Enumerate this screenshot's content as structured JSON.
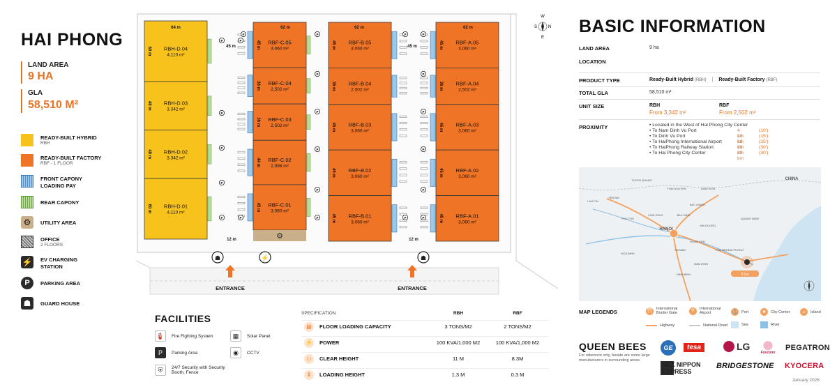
{
  "city": "HAI PHONG",
  "land_area": {
    "label": "LAND AREA",
    "value": "9 HA"
  },
  "gla": {
    "label": "GLA",
    "value": "58,510 M²"
  },
  "legend": [
    {
      "title": "READY-BUILT HYBRID",
      "sub": "RBH",
      "icon": "hybrid-swatch",
      "color": "#f7c21c"
    },
    {
      "title": "READY-BUILT FACTORY",
      "sub": "RBF - 1 FLOOR",
      "icon": "factory-swatch",
      "color": "#f07426"
    },
    {
      "title": "FRONT CAPONY",
      "sub": "LOADING PAY",
      "icon": "front-capony-swatch",
      "color": "#9cc8ea"
    },
    {
      "title": "REAR CAPONY",
      "sub": "",
      "icon": "rear-capony-swatch",
      "color": "#b9dc9c"
    },
    {
      "title": "UTILITY AREA",
      "sub": "",
      "icon": "gear-icon"
    },
    {
      "title": "OFFICE",
      "sub": "2 FLOORS",
      "icon": "office-hatch-icon"
    },
    {
      "title": "EV CHARGING",
      "sub": "STATION",
      "icon": "ev-charging-icon"
    },
    {
      "title": "PARKING AREA",
      "sub": "",
      "icon": "parking-icon"
    },
    {
      "title": "GUARD HOUSE",
      "sub": "",
      "icon": "guard-house-icon"
    }
  ],
  "plan": {
    "units_d": [
      {
        "name": "RBH-D.04",
        "area": "4,110 m²",
        "dim": "60 m"
      },
      {
        "name": "RBH-D.03",
        "area": "3,342 m²",
        "dim": "48 m"
      },
      {
        "name": "RBH-D.02",
        "area": "3,342 m²",
        "dim": "48 m"
      },
      {
        "name": "RBH-D.01",
        "area": "4,110 m²",
        "dim": "60 m"
      }
    ],
    "units_c": [
      {
        "name": "RBF-C.05",
        "area": "3,060 m²",
        "dim": "45 m"
      },
      {
        "name": "RBF-C.04",
        "area": "2,502 m²",
        "dim": "36 m"
      },
      {
        "name": "RBF-C.03",
        "area": "2,502 m²",
        "dim": "36 m"
      },
      {
        "name": "RBF-C.02",
        "area": "2,998 m²",
        "dim": "44 m"
      },
      {
        "name": "RBF-C.01",
        "area": "3,060 m²",
        "dim": "45 m"
      }
    ],
    "units_b": [
      {
        "name": "RBF-B.05",
        "area": "3,060 m²",
        "dim": "45 m"
      },
      {
        "name": "RBF-B.04",
        "area": "2,502 m²",
        "dim": "36 m"
      },
      {
        "name": "RBF-B.03",
        "area": "3,060 m²",
        "dim": "45 m"
      },
      {
        "name": "RBF-B.02",
        "area": "3,060 m²",
        "dim": "45 m"
      },
      {
        "name": "RBF-B.01",
        "area": "3,060 m²",
        "dim": "45 m"
      }
    ],
    "units_a": [
      {
        "name": "RBF-A.05",
        "area": "3,060 m²",
        "dim": "45 m"
      },
      {
        "name": "RBF-A.04",
        "area": "2,502 m²",
        "dim": "36 m"
      },
      {
        "name": "RBF-A.03",
        "area": "3,060 m²",
        "dim": "45 m"
      },
      {
        "name": "RBF-A.02",
        "area": "3,060 m²",
        "dim": "45 m"
      },
      {
        "name": "RBF-A.01",
        "area": "3,060 m²",
        "dim": "45 m"
      }
    ],
    "width_d": "64 m",
    "width_rbf": "62 m",
    "road_gap": "45 m",
    "side_gap": "12 m",
    "entrance": "ENTRANCE",
    "compass": {
      "n": "N",
      "s": "S",
      "e": "E",
      "w": "W"
    }
  },
  "facilities": {
    "title": "FACILITIES",
    "items": [
      {
        "label": "Fire Fighting System",
        "icon": "fire-extinguisher-icon"
      },
      {
        "label": "Solar Panel",
        "icon": "solar-panel-icon"
      },
      {
        "label": "Parking Area",
        "icon": "parking-icon"
      },
      {
        "label": "CCTV",
        "icon": "cctv-icon"
      },
      {
        "label": "24/7 Security with Security",
        "label2": "Booth, Fence",
        "icon": "security-icon"
      }
    ]
  },
  "spec": {
    "header": "SPECIFICATION",
    "col_rbh": "RBH",
    "col_rbf": "RBF",
    "rows": [
      {
        "name": "FLOOR LOADING CAPACITY",
        "rbh": "3 TONS/M2",
        "rbf": "2 TONS/M2",
        "icon": "floor-load-icon"
      },
      {
        "name": "POWER",
        "rbh": "100 KVA/1,000 M2",
        "rbf": "100 KVA/1,000 M2",
        "icon": "power-icon"
      },
      {
        "name": "CLEAR HEIGHT",
        "rbh": "11 M",
        "rbf": "8.3M",
        "icon": "clear-height-icon"
      },
      {
        "name": "LOADING HEIGHT",
        "rbh": "1.3 M",
        "rbf": "0.3 M",
        "icon": "loading-height-icon"
      }
    ]
  },
  "basic_info": {
    "title": "BASIC INFORMATION",
    "land_area": {
      "label": "LAND AREA",
      "value": "9 ha"
    },
    "location": {
      "label": "LOCATION",
      "value": ""
    },
    "product_type": {
      "label": "PRODUCT TYPE",
      "rbh": "Ready-Built Hybrid",
      "rbh_abbr": "(RBH)",
      "sep": "|",
      "rbf": "Ready-Built Factory",
      "rbf_abbr": "(RBF)"
    },
    "total_gla": {
      "label": "TOTAL GLA",
      "value": "58,510 m²"
    },
    "unit_size": {
      "label": "UNIT SIZE",
      "rbh_label": "RBH",
      "rbh_value": "From  3,342 m²",
      "rbf_label": "RBF",
      "rbf_value": "From 2,502 m²"
    },
    "proximity": {
      "label": "PROXIMITY",
      "intro": "• Located in the West of Hai Phong City Center",
      "items": [
        {
          "to": "• To Nam Dinh Vu Port",
          "km": "4 km",
          "min": "(10')"
        },
        {
          "to": "• To Dinh Vu Port",
          "km": "10 km",
          "min": "(15')"
        },
        {
          "to": "• To HaiPhong International Airport",
          "km": "16 km",
          "min": "(25')"
        },
        {
          "to": "• To HaiPhong Railway Station:",
          "km": "20 km",
          "min": "(30')"
        },
        {
          "to": "• To Hai Phong City Center",
          "km": "20 km",
          "min": "(30')"
        }
      ]
    }
  },
  "map": {
    "labels": [
      "CHINA",
      "HANOI",
      "TUYEN QUANG",
      "THAI NGUYEN",
      "LANG SON",
      "BAC GIANG",
      "BAC NINH",
      "HAI DUONG",
      "HUNG YEN",
      "THAI BINH",
      "NAM DINH",
      "NINH BINH",
      "HA NAM",
      "PHU THO",
      "LAO CAI",
      "YEN BAI",
      "HOA BINH",
      "QUANG NINH",
      "VINH PHUC",
      "HAI PHONG"
    ],
    "pin_label": "9 ha"
  },
  "map_legend": {
    "title": "MAP LEGENDS",
    "items": [
      {
        "label": "International",
        "label2": "Border Gate",
        "icon": "border-gate-icon"
      },
      {
        "label": "International",
        "label2": "Airport",
        "icon": "airport-icon"
      },
      {
        "label": "Port",
        "label2": "",
        "icon": "port-icon"
      },
      {
        "label": "City Center",
        "label2": "",
        "icon": "city-center-icon"
      },
      {
        "label": "Island",
        "label2": "",
        "icon": "island-icon"
      }
    ],
    "lines": [
      {
        "label": "Highway",
        "color": "#f3a160"
      },
      {
        "label": "National Road",
        "color": "#c9c9c9"
      },
      {
        "label": "Sea",
        "color": "#cfe4f2"
      },
      {
        "label": "River",
        "color": "#8dc2e6"
      }
    ]
  },
  "brands": {
    "title": "QUEEN BEES",
    "note": "For reference only, beside are some large manufacturers in surrounding areas.",
    "items": [
      "GE",
      "tesa",
      "LG",
      "Foxconn",
      "PEGATRON",
      "NEX NIPPON EXPRESS",
      "BRIDGESTONE",
      "KYOCERA"
    ]
  },
  "date": "January 2026",
  "colors": {
    "accent": "#e87424",
    "hybrid": "#f7c21c",
    "factory": "#f07426"
  }
}
